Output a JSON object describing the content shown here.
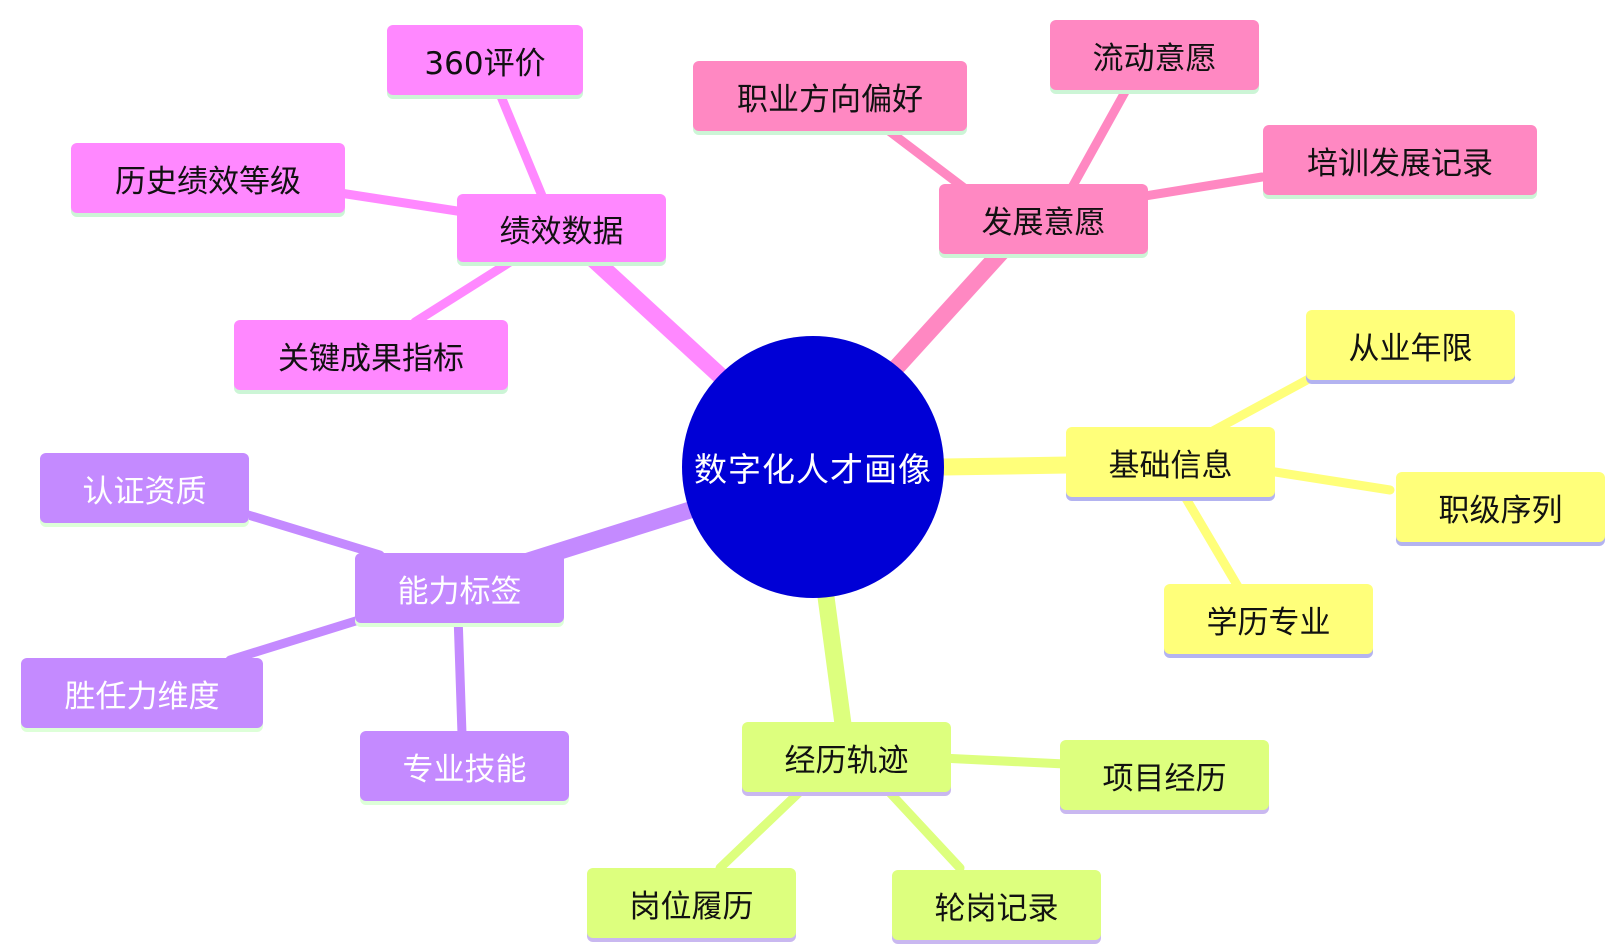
{
  "center": {
    "label": "数字化人才画像",
    "color": "#0000d6"
  },
  "branches": [
    {
      "id": "perf",
      "label": "绩效数据",
      "color": "#ff88ff",
      "underline": "#ccf5d6",
      "children": [
        {
          "label": "360评价"
        },
        {
          "label": "历史绩效等级"
        },
        {
          "label": "关键成果指标"
        }
      ]
    },
    {
      "id": "dev",
      "label": "发展意愿",
      "color": "#ff88c2",
      "underline": "#ccf5d6",
      "children": [
        {
          "label": "职业方向偏好"
        },
        {
          "label": "流动意愿"
        },
        {
          "label": "培训发展记录"
        }
      ]
    },
    {
      "id": "basic",
      "label": "基础信息",
      "color": "#ffff7a",
      "underline": "#b3b3f0",
      "children": [
        {
          "label": "从业年限"
        },
        {
          "label": "职级序列"
        },
        {
          "label": "学历专业"
        }
      ]
    },
    {
      "id": "exp",
      "label": "经历轨迹",
      "color": "#ddff7e",
      "underline": "#c9b8f0",
      "children": [
        {
          "label": "项目经历"
        },
        {
          "label": "岗位履历"
        },
        {
          "label": "轮岗记录"
        }
      ]
    },
    {
      "id": "ability",
      "label": "能力标签",
      "color": "#c48aff",
      "underline": "#ddffd8",
      "children": [
        {
          "label": "认证资质"
        },
        {
          "label": "胜任力维度"
        },
        {
          "label": "专业技能"
        }
      ]
    }
  ]
}
